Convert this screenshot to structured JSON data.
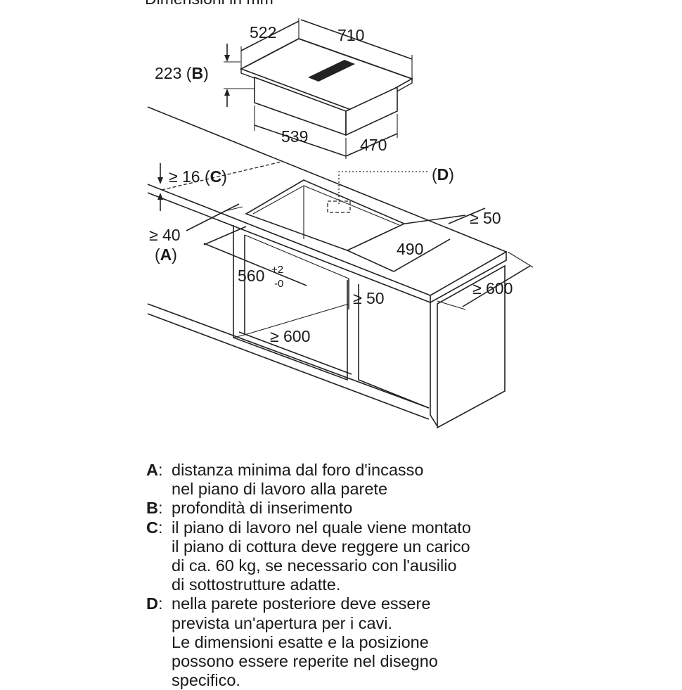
{
  "diagram": {
    "unit_caption": "Dimensioni in mm",
    "hob": {
      "depth": "522",
      "width": "710",
      "height": "223",
      "height_key": "B",
      "body_width": "539",
      "body_depth": "470"
    },
    "worktop": {
      "min_thickness": "≥ 16",
      "thickness_key": "C",
      "cable_opening_key": "D",
      "rear_wall_min": "≥ 40",
      "rear_wall_key": "A",
      "cutout_depth": "490",
      "cutout_width": "560",
      "cutout_tol_plus": "+2",
      "cutout_tol_minus": "-0",
      "side_min": "≥ 50",
      "front_min": "≥ 50",
      "cabinet_width": "≥ 600",
      "cabinet_depth": "≥ 600"
    }
  },
  "legend": [
    {
      "key": "A",
      "lines": [
        "distanza minima dal foro d'incasso",
        "nel piano di lavoro alla parete"
      ]
    },
    {
      "key": "B",
      "lines": [
        "profondità di inserimento"
      ]
    },
    {
      "key": "C",
      "lines": [
        "il piano di lavoro nel quale viene montato",
        "il piano di cottura deve reggere un carico",
        "di ca. 60 kg, se necessario con l'ausilio",
        "di sottostrutture adatte."
      ]
    },
    {
      "key": "D",
      "lines": [
        "nella parete posteriore deve essere",
        "prevista un'apertura per i cavi.",
        "Le dimensioni esatte e la posizione",
        "possono essere reperite nel disegno",
        "specifico."
      ]
    }
  ]
}
